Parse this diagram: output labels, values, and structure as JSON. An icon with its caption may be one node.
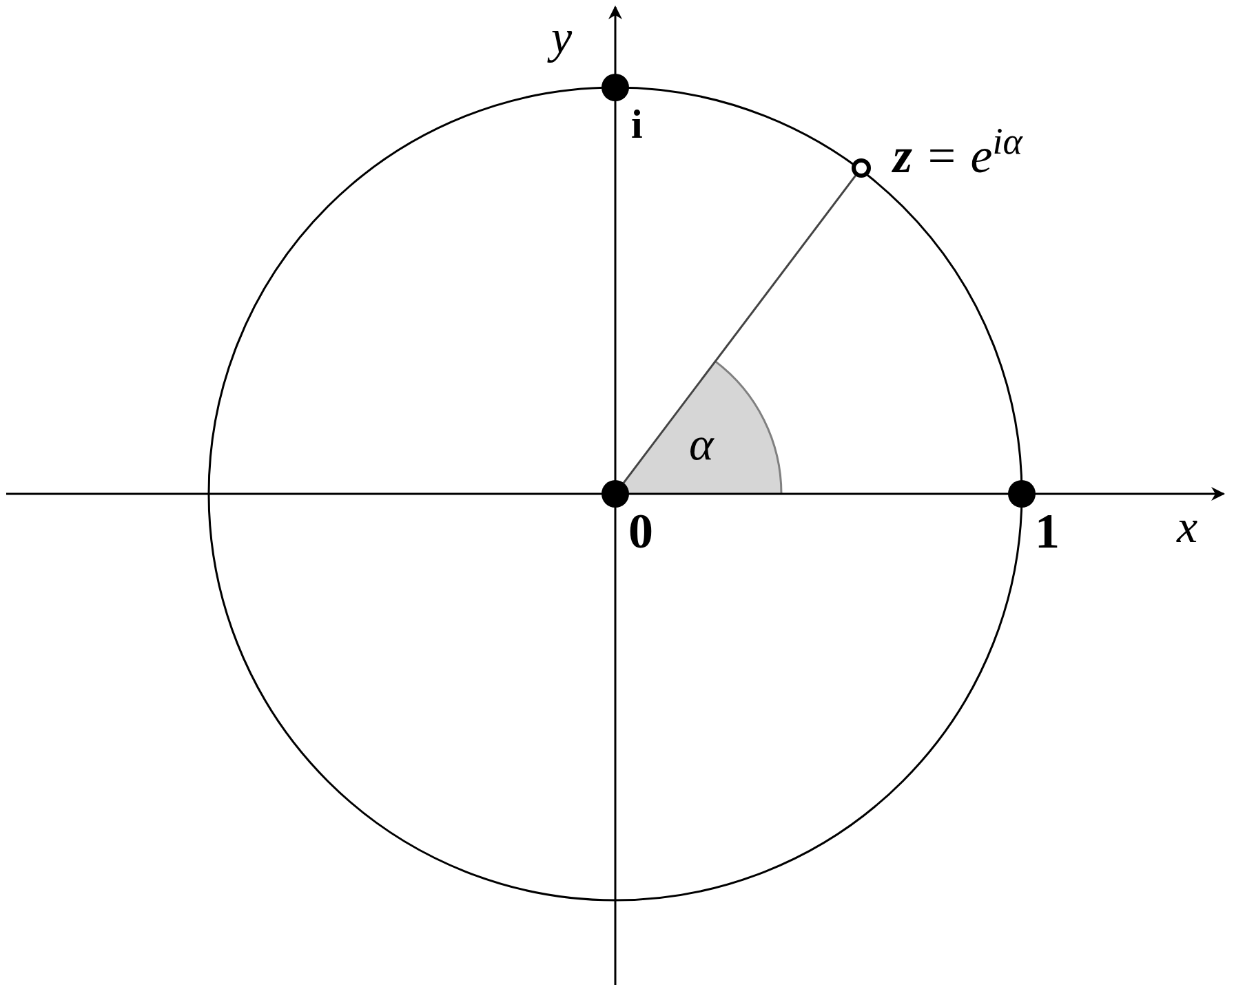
{
  "diagram": {
    "nodes": [
      {
        "text": [],
        "shape": "circle",
        "beside": [
          "i"
        ]
      },
      {
        "text": [],
        "shape": "circle",
        "beside": [
          "**z** = e$^{iα}$"
        ]
      },
      {
        "text": [],
        "shape": "circle",
        "beside": [
          "0"
        ]
      },
      {
        "text": [],
        "shape": "circle",
        "beside": [
          "1"
        ]
      }
    ],
    "edges": [
      {
        "from": 2,
        "to": 1,
        "arrow": "none"
      }
    ],
    "labels": [
      "y",
      "α",
      "x"
    ]
  }
}
